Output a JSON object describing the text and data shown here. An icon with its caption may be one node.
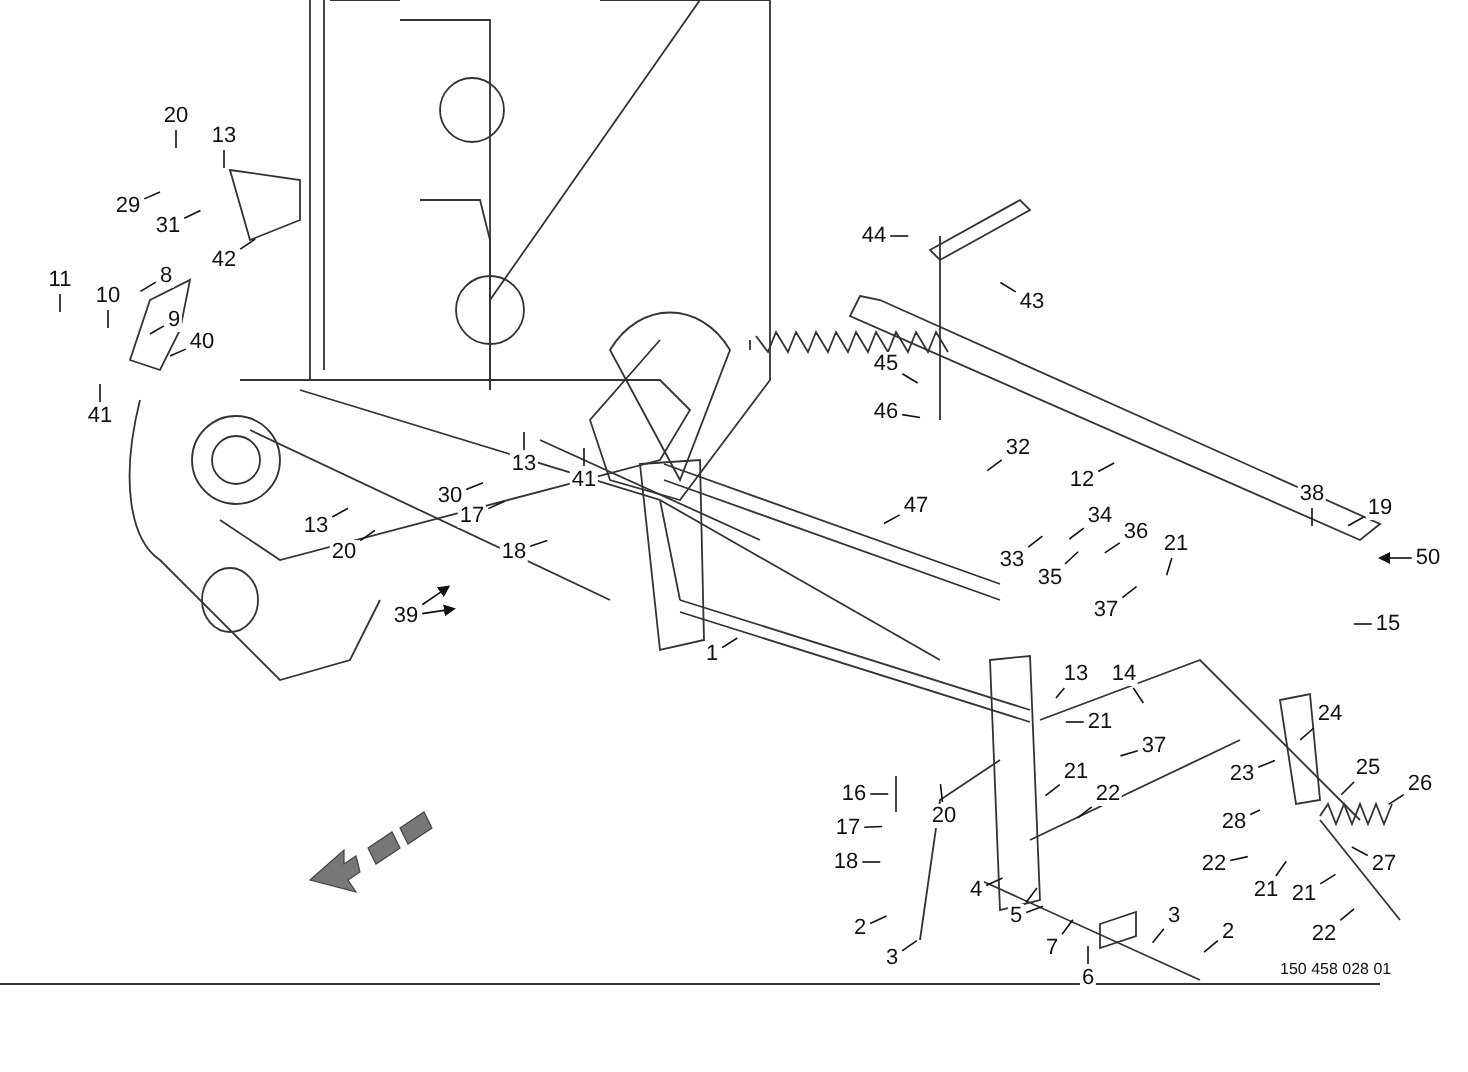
{
  "diagram": {
    "nodes": [
      {
        "text": [
          "20"
        ]
      },
      {
        "text": [
          "13"
        ]
      },
      {
        "text": [
          "29"
        ]
      },
      {
        "text": [
          "31"
        ]
      },
      {
        "text": [
          "42"
        ]
      },
      {
        "text": [
          "11"
        ]
      },
      {
        "text": [
          "10"
        ]
      },
      {
        "text": [
          "8"
        ]
      },
      {
        "text": [
          "9"
        ]
      },
      {
        "text": [
          "40"
        ]
      },
      {
        "text": [
          "41"
        ]
      },
      {
        "text": [
          "13"
        ]
      },
      {
        "text": [
          "41"
        ]
      },
      {
        "text": [
          "30"
        ]
      },
      {
        "text": [
          "13"
        ]
      },
      {
        "text": [
          "20"
        ]
      },
      {
        "text": [
          "17"
        ]
      },
      {
        "text": [
          "18"
        ]
      },
      {
        "text": [
          "39"
        ]
      },
      {
        "text": [
          "44"
        ]
      },
      {
        "text": [
          "43"
        ]
      },
      {
        "text": [
          "45"
        ]
      },
      {
        "text": [
          "46"
        ]
      },
      {
        "text": [
          "32"
        ]
      },
      {
        "text": [
          "47"
        ]
      },
      {
        "text": [
          "12"
        ]
      },
      {
        "text": [
          "33"
        ]
      },
      {
        "text": [
          "34"
        ]
      },
      {
        "text": [
          "35"
        ]
      },
      {
        "text": [
          "36"
        ]
      },
      {
        "text": [
          "21"
        ]
      },
      {
        "text": [
          "37"
        ]
      },
      {
        "text": [
          "38"
        ]
      },
      {
        "text": [
          "19"
        ]
      },
      {
        "text": [
          "50"
        ]
      },
      {
        "text": [
          "15"
        ]
      },
      {
        "text": [
          "1"
        ]
      },
      {
        "text": [
          "13"
        ]
      },
      {
        "text": [
          "14"
        ]
      },
      {
        "text": [
          "21"
        ]
      },
      {
        "text": [
          "37"
        ]
      },
      {
        "text": [
          "24"
        ]
      },
      {
        "text": [
          "23"
        ]
      },
      {
        "text": [
          "25"
        ]
      },
      {
        "text": [
          "26"
        ]
      },
      {
        "text": [
          "21"
        ]
      },
      {
        "text": [
          "22"
        ]
      },
      {
        "text": [
          "16"
        ]
      },
      {
        "text": [
          "20"
        ]
      },
      {
        "text": [
          "17"
        ]
      },
      {
        "text": [
          "18"
        ]
      },
      {
        "text": [
          "28"
        ]
      },
      {
        "text": [
          "22"
        ]
      },
      {
        "text": [
          "21"
        ]
      },
      {
        "text": [
          "27"
        ]
      },
      {
        "text": [
          "21"
        ]
      },
      {
        "text": [
          "22"
        ]
      },
      {
        "text": [
          "4"
        ]
      },
      {
        "text": [
          "5"
        ]
      },
      {
        "text": [
          "7"
        ]
      },
      {
        "text": [
          "6"
        ]
      },
      {
        "text": [
          "3"
        ]
      },
      {
        "text": [
          "2"
        ]
      },
      {
        "text": [
          "2"
        ]
      },
      {
        "text": [
          "3"
        ]
      }
    ],
    "edges": [
      {
        "from": 0,
        "to": null,
        "arrow": "none"
      },
      {
        "from": 1,
        "to": null,
        "arrow": "none"
      },
      {
        "from": 2,
        "to": null,
        "arrow": "none"
      },
      {
        "from": 3,
        "to": null,
        "arrow": "none"
      },
      {
        "from": 4,
        "to": null,
        "arrow": "none"
      },
      {
        "from": 5,
        "to": null,
        "arrow": "none"
      },
      {
        "from": 6,
        "to": null,
        "arrow": "none"
      },
      {
        "from": 7,
        "to": null,
        "arrow": "none"
      },
      {
        "from": 8,
        "to": null,
        "arrow": "none"
      },
      {
        "from": 9,
        "to": null,
        "arrow": "none"
      },
      {
        "from": 10,
        "to": null,
        "arrow": "none"
      },
      {
        "from": 11,
        "to": null,
        "arrow": "none"
      },
      {
        "from": 12,
        "to": null,
        "arrow": "none"
      },
      {
        "from": 13,
        "to": null,
        "arrow": "none"
      },
      {
        "from": 14,
        "to": null,
        "arrow": "none"
      },
      {
        "from": 15,
        "to": null,
        "arrow": "none"
      },
      {
        "from": 16,
        "to": null,
        "arrow": "none"
      },
      {
        "from": 17,
        "to": null,
        "arrow": "none"
      },
      {
        "from": 18,
        "to": null,
        "arrow": "to"
      },
      {
        "from": 18,
        "to": null,
        "arrow": "to"
      },
      {
        "from": 19,
        "to": null,
        "arrow": "none"
      },
      {
        "from": 20,
        "to": null,
        "arrow": "none"
      },
      {
        "from": 21,
        "to": null,
        "arrow": "none"
      },
      {
        "from": 22,
        "to": null,
        "arrow": "none"
      },
      {
        "from": 23,
        "to": null,
        "arrow": "none"
      },
      {
        "from": 24,
        "to": null,
        "arrow": "none"
      },
      {
        "from": 25,
        "to": null,
        "arrow": "none"
      },
      {
        "from": 26,
        "to": null,
        "arrow": "none"
      },
      {
        "from": 27,
        "to": null,
        "arrow": "none"
      },
      {
        "from": 28,
        "to": null,
        "arrow": "none"
      },
      {
        "from": 29,
        "to": null,
        "arrow": "none"
      },
      {
        "from": 30,
        "to": null,
        "arrow": "none"
      },
      {
        "from": 31,
        "to": null,
        "arrow": "none"
      },
      {
        "from": 32,
        "to": null,
        "arrow": "none"
      },
      {
        "from": 33,
        "to": null,
        "arrow": "none"
      },
      {
        "from": 34,
        "to": null,
        "arrow": "to"
      },
      {
        "from": 35,
        "to": null,
        "arrow": "none"
      },
      {
        "from": 36,
        "to": null,
        "arrow": "none"
      },
      {
        "from": 37,
        "to": null,
        "arrow": "none"
      },
      {
        "from": 38,
        "to": null,
        "arrow": "none"
      },
      {
        "from": 39,
        "to": null,
        "arrow": "none"
      },
      {
        "from": 40,
        "to": null,
        "arrow": "none"
      },
      {
        "from": 41,
        "to": null,
        "arrow": "none"
      },
      {
        "from": 42,
        "to": null,
        "arrow": "none"
      },
      {
        "from": 43,
        "to": null,
        "arrow": "none"
      },
      {
        "from": 44,
        "to": null,
        "arrow": "none"
      },
      {
        "from": 45,
        "to": null,
        "arrow": "none"
      },
      {
        "from": 46,
        "to": null,
        "arrow": "none"
      },
      {
        "from": 47,
        "to": null,
        "arrow": "none"
      },
      {
        "from": 48,
        "to": null,
        "arrow": "none"
      },
      {
        "from": 49,
        "to": null,
        "arrow": "none"
      },
      {
        "from": 50,
        "to": null,
        "arrow": "none"
      },
      {
        "from": 51,
        "to": null,
        "arrow": "none"
      },
      {
        "from": 52,
        "to": null,
        "arrow": "none"
      },
      {
        "from": 53,
        "to": null,
        "arrow": "none"
      },
      {
        "from": 54,
        "to": null,
        "arrow": "none"
      },
      {
        "from": 55,
        "to": null,
        "arrow": "none"
      },
      {
        "from": 56,
        "to": null,
        "arrow": "none"
      },
      {
        "from": 57,
        "to": null,
        "arrow": "none"
      },
      {
        "from": 58,
        "to": null,
        "arrow": "none"
      },
      {
        "from": 58,
        "to": null,
        "arrow": "none"
      },
      {
        "from": 59,
        "to": null,
        "arrow": "none"
      },
      {
        "from": 60,
        "to": null,
        "arrow": "none"
      },
      {
        "from": 61,
        "to": null,
        "arrow": "none"
      },
      {
        "from": 62,
        "to": null,
        "arrow": "none"
      },
      {
        "from": 63,
        "to": null,
        "arrow": "none"
      },
      {
        "from": 64,
        "to": null,
        "arrow": "none"
      }
    ],
    "labels": [
      "150 458 028 01"
    ]
  }
}
